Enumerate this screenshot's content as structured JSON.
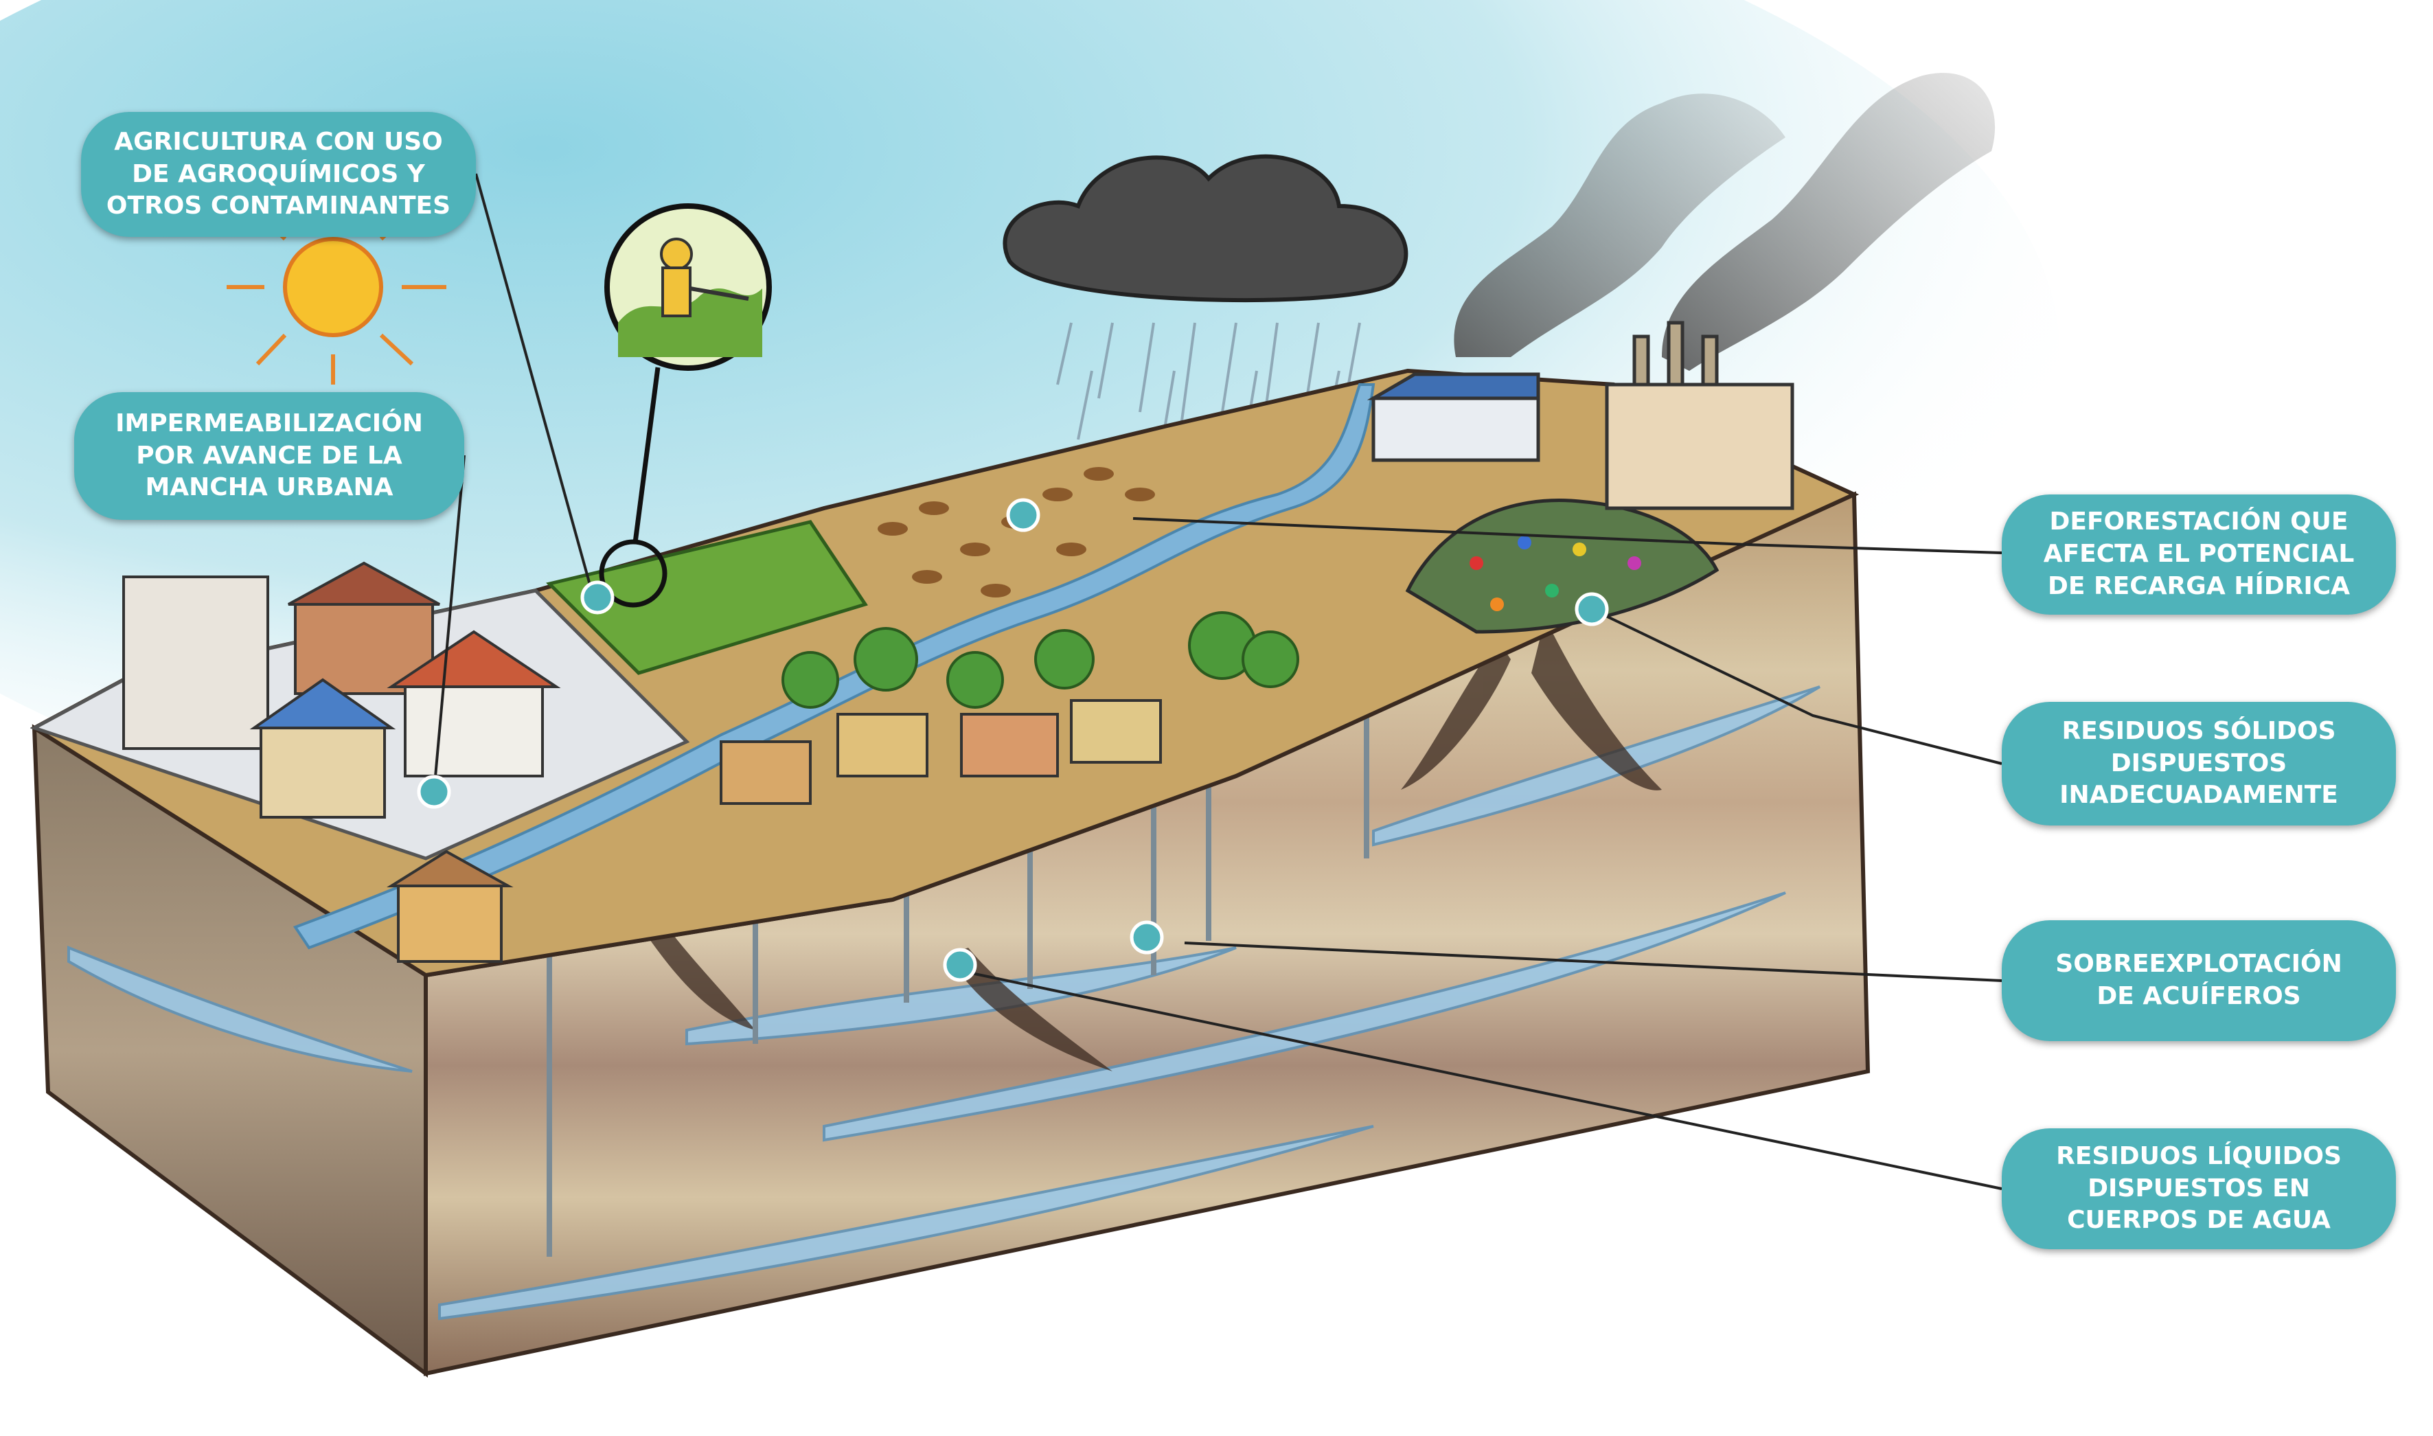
{
  "labels": {
    "agricultura": "AGRICULTURA CON USO\nDE AGROQUÍMICOS Y\nOTROS CONTAMINANTES",
    "impermeabilizacion": "IMPERMEABILIZACIÓN\nPOR AVANCE DE LA\nMANCHA URBANA",
    "deforestacion": "DEFORESTACIÓN QUE\nAFECTA EL POTENCIAL\nDE RECARGA HÍDRICA",
    "residuos_solidos": "RESIDUOS SÓLIDOS\nDISPUESTOS\nINADECUADAMENTE",
    "sobreexplotacion": "SOBREEXPLOTACIÓN\nDE ACUÍFEROS",
    "residuos_liquidos": "RESIDUOS LÍQUIDOS\nDISPUESTOS EN\nCUERPOS DE AGUA"
  },
  "colors": {
    "label_bg": "#4fb3ba",
    "marker": "#4fb3ba",
    "sky": "#8fd0e0",
    "grass": "#6aa83b",
    "soil_dry": "#c8a566",
    "water": "#9cc8e6",
    "strata_light": "#d8c7a6",
    "strata_dark": "#8b6e5a"
  }
}
